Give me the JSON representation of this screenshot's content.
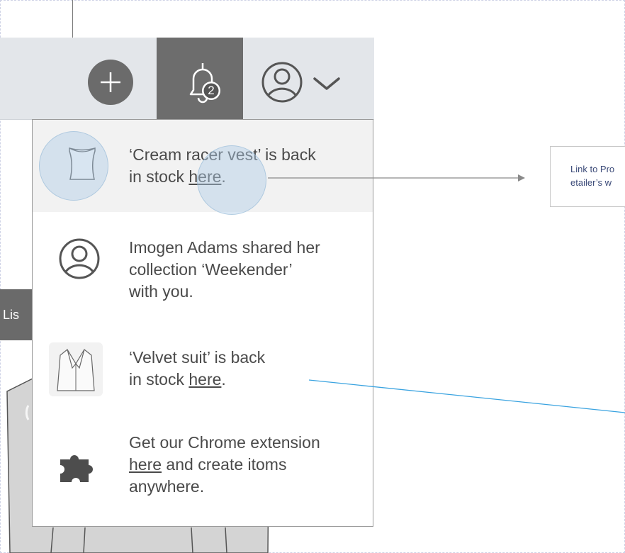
{
  "header": {
    "notification_count": "2"
  },
  "background": {
    "side_panel_label": "Lis"
  },
  "notifications": [
    {
      "line1": "‘Cream racer vest’ is back",
      "line2_prefix": "in stock ",
      "link": "here",
      "line2_suffix": "."
    },
    {
      "line1": "Imogen Adams shared her",
      "line2": "collection ‘Weekender’",
      "line3": "with you."
    },
    {
      "line1": "‘Velvet suit’ is back",
      "line2_prefix": "in stock ",
      "link": "here",
      "line2_suffix": "."
    },
    {
      "line1": "Get our Chrome extension",
      "link": "here",
      "line2_suffix": " and create itoms",
      "line3": "anywhere."
    }
  ],
  "annotation": {
    "line1": "Link to Pro",
    "line2": "etailer’s w"
  },
  "colors": {
    "toolbar_bg": "#e3e6ea",
    "active_button_bg": "#6d6d6d",
    "highlight_row": "#f2f2f2",
    "marker_fill": "#b0cce6",
    "connector_blue": "#3aa3e0"
  }
}
